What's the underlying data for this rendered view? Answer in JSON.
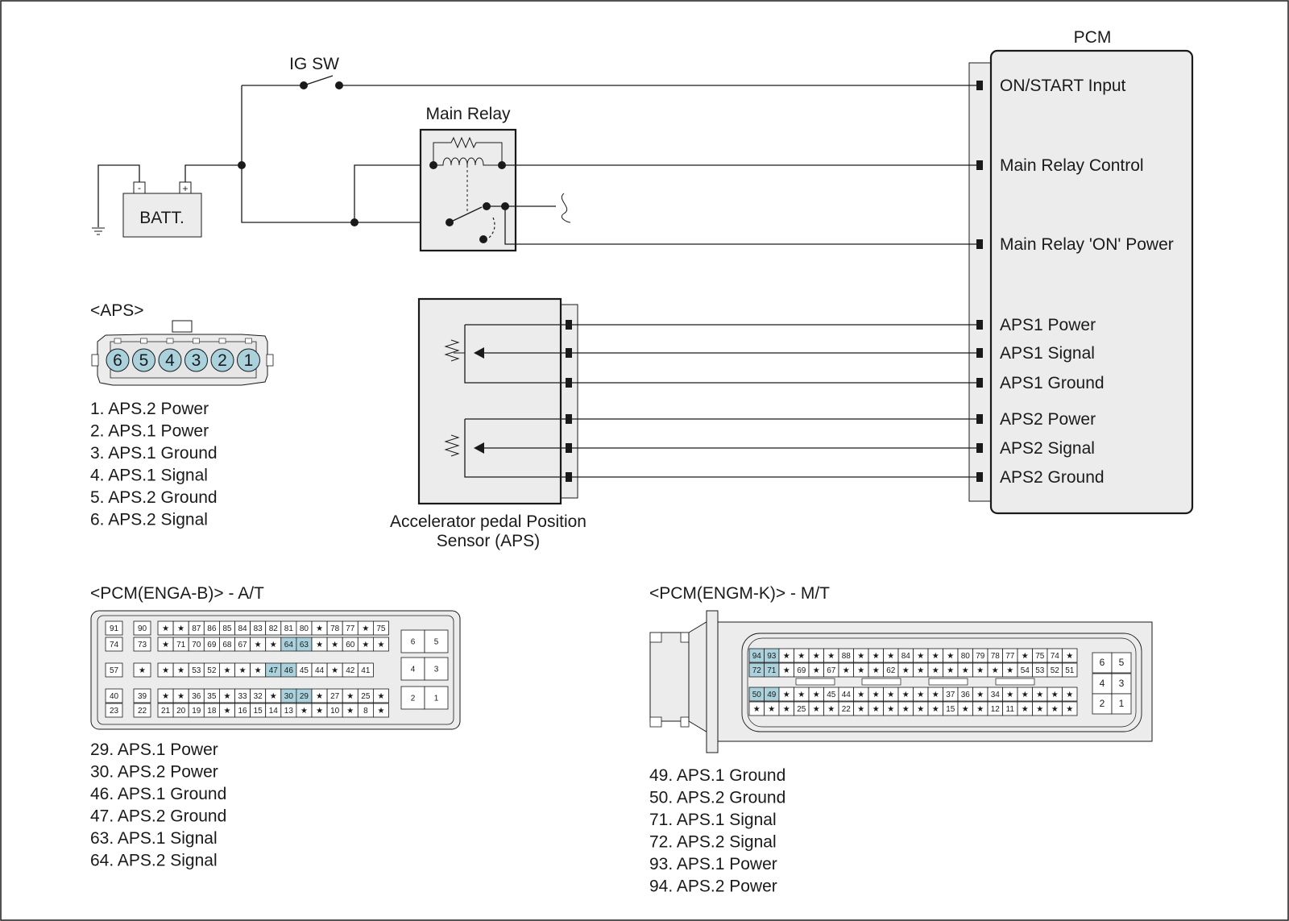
{
  "pcm": {
    "title": "PCM",
    "pins": [
      "ON/START Input",
      "Main Relay Control",
      "Main Relay 'ON' Power",
      "APS1 Power",
      "APS1 Signal",
      "APS1 Ground",
      "APS2 Power",
      "APS2 Signal",
      "APS2 Ground"
    ]
  },
  "ig_switch": {
    "label": "IG SW"
  },
  "main_relay": {
    "label": "Main Relay"
  },
  "battery": {
    "label": "BATT.",
    "minus": "-",
    "plus": "+"
  },
  "aps_sensor": {
    "label_line1": "Accelerator pedal Position",
    "label_line2": "Sensor (APS)"
  },
  "aps_connector": {
    "title": "<APS>",
    "pin_numbers": [
      "6",
      "5",
      "4",
      "3",
      "2",
      "1"
    ],
    "pin_list": [
      "1. APS.2 Power",
      "2. APS.1 Power",
      "3. APS.1 Ground",
      "4. APS.1 Signal",
      "5. APS.2 Ground",
      "6. APS.2 Signal"
    ]
  },
  "connector_at": {
    "title": "<PCM(ENGA-B)> - A/T",
    "left_col_a": [
      "91",
      "74",
      "57",
      "40",
      "23"
    ],
    "left_col_b": [
      "90",
      "73",
      "★",
      "39",
      "22"
    ],
    "rows": [
      [
        "★",
        "★",
        "87",
        "86",
        "85",
        "84",
        "83",
        "82",
        "81",
        "80",
        "★",
        "78",
        "77",
        "★",
        "75"
      ],
      [
        "★",
        "71",
        "70",
        "69",
        "68",
        "67",
        "★",
        "★",
        "64",
        "63",
        "★",
        "★",
        "60",
        "★",
        "★"
      ],
      [
        "★",
        "★",
        "53",
        "52",
        "★",
        "★",
        "★",
        "47",
        "46",
        "45",
        "44",
        "★",
        "42",
        "41"
      ],
      [
        "★",
        "★",
        "36",
        "35",
        "★",
        "33",
        "32",
        "★",
        "30",
        "29",
        "★",
        "27",
        "★",
        "25",
        "★"
      ],
      [
        "21",
        "20",
        "19",
        "18",
        "★",
        "16",
        "15",
        "14",
        "13",
        "★",
        "★",
        "10",
        "★",
        "8",
        "★"
      ]
    ],
    "side_rows": [
      [
        "6",
        "5"
      ],
      [
        "4",
        "3"
      ],
      [
        "2",
        "1"
      ]
    ],
    "highlight": [
      "64",
      "63",
      "47",
      "46",
      "30",
      "29"
    ],
    "pin_list": [
      "29. APS.1 Power",
      "30. APS.2 Power",
      "46. APS.1 Ground",
      "47. APS.2 Ground",
      "63. APS.1 Signal",
      "64. APS.2 Signal"
    ]
  },
  "connector_mt": {
    "title": "<PCM(ENGM-K)> - M/T",
    "rows": [
      [
        "94",
        "93",
        "★",
        "★",
        "★",
        "★",
        "88",
        "★",
        "★",
        "★",
        "84",
        "★",
        "★",
        "★",
        "80",
        "79",
        "78",
        "77",
        "★",
        "75",
        "74",
        "★"
      ],
      [
        "72",
        "71",
        "★",
        "69",
        "★",
        "67",
        "★",
        "★",
        "★",
        "62",
        "★",
        "★",
        "★",
        "★",
        "★",
        "★",
        "★",
        "★",
        "54",
        "53",
        "52",
        "51"
      ],
      [
        "50",
        "49",
        "★",
        "★",
        "★",
        "45",
        "44",
        "★",
        "★",
        "★",
        "★",
        "★",
        "★",
        "37",
        "36",
        "★",
        "34",
        "★",
        "★",
        "★",
        "★",
        "★"
      ],
      [
        "★",
        "★",
        "★",
        "25",
        "★",
        "★",
        "22",
        "★",
        "★",
        "★",
        "★",
        "★",
        "★",
        "15",
        "★",
        "★",
        "12",
        "11",
        "★",
        "★",
        "★",
        "★"
      ]
    ],
    "side_rows": [
      [
        "6",
        "5"
      ],
      [
        "4",
        "3"
      ],
      [
        "2",
        "1"
      ]
    ],
    "highlight": [
      "94",
      "93",
      "72",
      "71",
      "50",
      "49"
    ],
    "pin_list": [
      "49. APS.1 Ground",
      "50. APS.2 Ground",
      "71. APS.1 Signal",
      "72. APS.2 Signal",
      "93. APS.1 Power",
      "94. APS.2 Power"
    ]
  },
  "colors": {
    "line": "#1a1a1a",
    "housing": "#ececec",
    "highlight_pin": "#a9d2dd"
  }
}
